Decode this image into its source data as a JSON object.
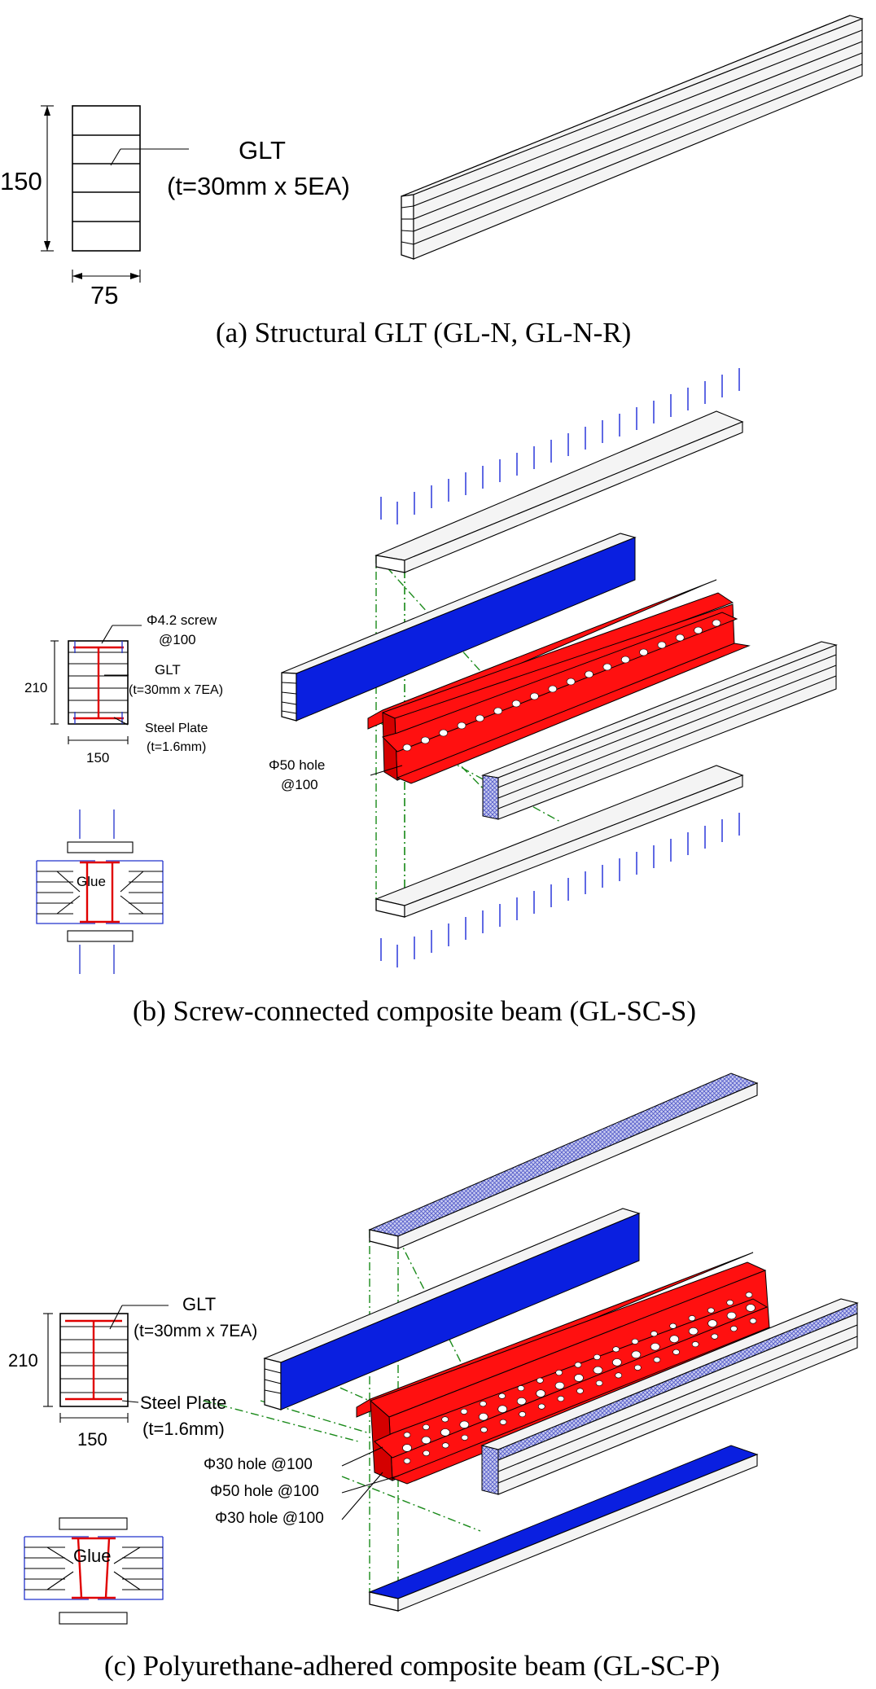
{
  "panel_a": {
    "caption": "(a) Structural GLT (GL-N, GL-N-R)",
    "dim_height": "150",
    "dim_width": "75",
    "label_glt": "GLT",
    "label_glt_spec": "(t=30mm x 5EA)"
  },
  "panel_b": {
    "caption": "(b) Screw-connected composite beam (GL-SC-S)",
    "dim_height": "210",
    "dim_width": "150",
    "label_screw": "Φ4.2 screw",
    "label_screw_spacing": "@100",
    "label_glt": "GLT",
    "label_glt_spec": "(t=30mm x 7EA)",
    "label_plate": "Steel Plate",
    "label_plate_spec": "(t=1.6mm)",
    "label_glue": "Glue",
    "label_hole": "Φ50 hole",
    "label_hole_spacing": "@100"
  },
  "panel_c": {
    "caption": "(c) Polyurethane-adhered composite beam (GL-SC-P)",
    "dim_height": "210",
    "dim_width": "150",
    "label_glt": "GLT",
    "label_glt_spec": "(t=30mm x 7EA)",
    "label_plate": "Steel Plate",
    "label_plate_spec": "(t=1.6mm)",
    "label_glue": "Glue",
    "label_hole_1": "Φ30 hole @100",
    "label_hole_2": "Φ50 hole @100",
    "label_hole_3": "Φ30 hole @100"
  },
  "colors": {
    "steel_plate": "#ff1010",
    "glue_face": "#0a1fe0",
    "glue_hatch": "#8a90d8",
    "guide_line": "#1a8a1a",
    "screw": "#1c2ad8"
  }
}
